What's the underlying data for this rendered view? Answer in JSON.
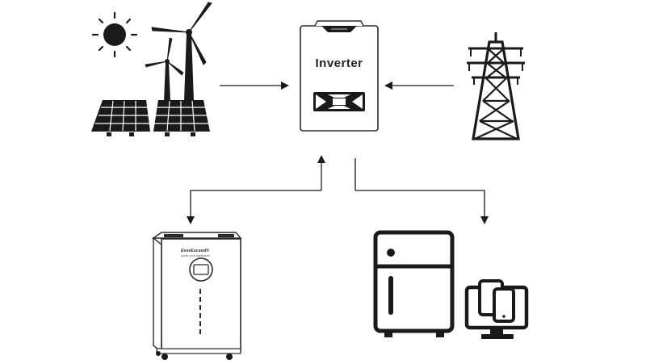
{
  "inverter": {
    "label": "Inverter"
  },
  "battery": {
    "brand": "EverExceed®",
    "tagline": "power your application"
  },
  "icons": {
    "sun": "sun-icon",
    "wind": "wind-turbine-icon",
    "solar": "solar-panel-icon",
    "grid": "power-tower-icon",
    "inverter": "inverter-icon",
    "battery": "battery-cabinet-icon",
    "fridge": "refrigerator-icon",
    "devices": "monitor-phone-icon"
  },
  "colors": {
    "stroke": "#2b2b2b",
    "fill": "#1a1a1a",
    "background": "#ffffff"
  }
}
